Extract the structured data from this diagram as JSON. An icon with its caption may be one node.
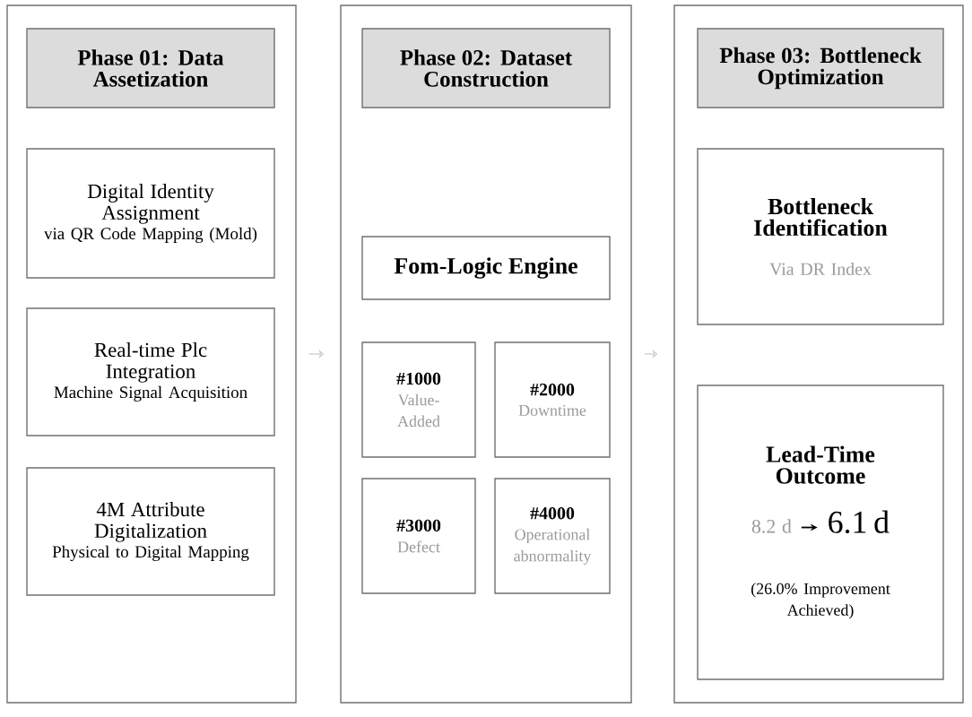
{
  "diagram": {
    "nodes": [
      {
        "text": [],
        "shape": "box"
      },
      {
        "text": [
          "Phase 01: Data Assetization"
        ],
        "in": 0
      },
      {
        "text": [
          "Digital Identity Assignment",
          "via QR Code Mapping (Mold)"
        ],
        "in": 0
      },
      {
        "text": [
          "Real-time Plc Integration",
          "Machine Signal Acquisition"
        ],
        "in": 0
      },
      {
        "text": [
          "4M Attribute Digitalization",
          "Physical to Digital Mapping"
        ],
        "in": 0
      },
      {
        "text": [],
        "shape": "box"
      },
      {
        "text": [
          "Phase 02: Dataset Construction"
        ],
        "in": 5
      },
      {
        "text": [
          "Fom-Logic Engine"
        ],
        "in": 5
      },
      {
        "text": [
          "#1000",
          "Value-Added"
        ],
        "in": 5
      },
      {
        "text": [
          "#2000",
          "Downtime"
        ],
        "in": 5
      },
      {
        "text": [
          "#3000",
          "Defect"
        ],
        "in": 5
      },
      {
        "text": [
          "#4000",
          "Operational abnormality"
        ],
        "in": 5
      },
      {
        "text": [],
        "shape": "box"
      },
      {
        "text": [
          "Phase 03: Bottleneck Optimization"
        ],
        "in": 12
      },
      {
        "text": [
          "Bottleneck Identification",
          "Via DR Index"
        ],
        "in": 12
      },
      {
        "text": [
          "Lead-Time Outcome",
          "8.2 d",
          "6.1 d",
          "(26.0% Improvement Achieved)"
        ],
        "in": 12
      }
    ],
    "edges": [
      {
        "from": 0,
        "to": 5,
        "arrow": "to"
      },
      {
        "from": 5,
        "to": 12,
        "arrow": "to"
      }
    ]
  }
}
